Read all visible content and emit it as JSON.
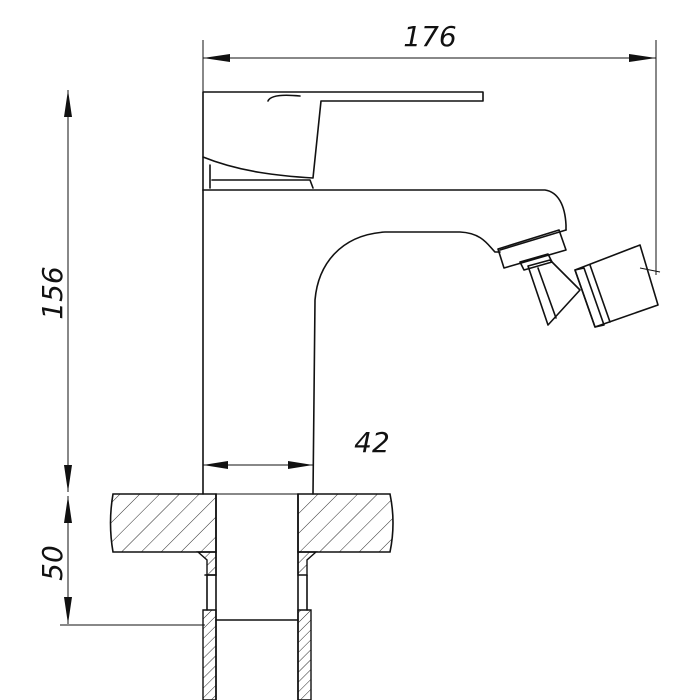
{
  "dimensions": {
    "overall_width": "176",
    "height_above_counter": "156",
    "body_width": "42",
    "below_counter": "50"
  }
}
